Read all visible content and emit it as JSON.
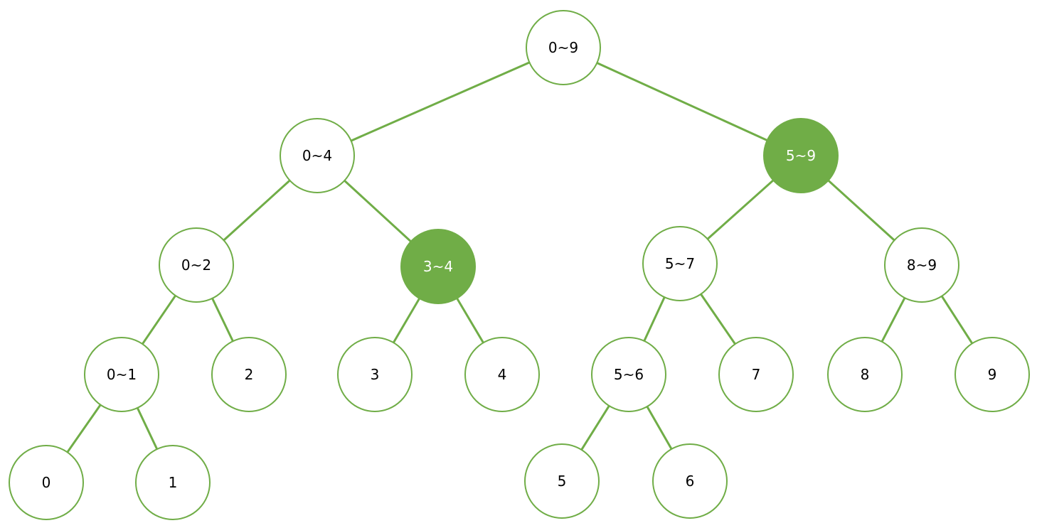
{
  "colors": {
    "accent": "#70AD47",
    "background": "#FFFFFF",
    "text": "#000000",
    "highlight_text": "#FFFFFF"
  },
  "tree": {
    "nodes": [
      {
        "id": "n0-9",
        "label": "0~9",
        "highlighted": false
      },
      {
        "id": "n0-4",
        "label": "0~4",
        "highlighted": false
      },
      {
        "id": "n5-9",
        "label": "5~9",
        "highlighted": true
      },
      {
        "id": "n0-2",
        "label": "0~2",
        "highlighted": false
      },
      {
        "id": "n3-4",
        "label": "3~4",
        "highlighted": true
      },
      {
        "id": "n5-7",
        "label": "5~7",
        "highlighted": false
      },
      {
        "id": "n8-9",
        "label": "8~9",
        "highlighted": false
      },
      {
        "id": "n0-1",
        "label": "0~1",
        "highlighted": false
      },
      {
        "id": "n2",
        "label": "2",
        "highlighted": false
      },
      {
        "id": "n3",
        "label": "3",
        "highlighted": false
      },
      {
        "id": "n4",
        "label": "4",
        "highlighted": false
      },
      {
        "id": "n5-6",
        "label": "5~6",
        "highlighted": false
      },
      {
        "id": "n7",
        "label": "7",
        "highlighted": false
      },
      {
        "id": "n8",
        "label": "8",
        "highlighted": false
      },
      {
        "id": "n9",
        "label": "9",
        "highlighted": false
      },
      {
        "id": "n0",
        "label": "0",
        "highlighted": false
      },
      {
        "id": "n1",
        "label": "1",
        "highlighted": false
      },
      {
        "id": "n5",
        "label": "5",
        "highlighted": false
      },
      {
        "id": "n6",
        "label": "6",
        "highlighted": false
      }
    ],
    "edges": [
      {
        "from": "n0-9",
        "to": "n0-4"
      },
      {
        "from": "n0-9",
        "to": "n5-9"
      },
      {
        "from": "n0-4",
        "to": "n0-2"
      },
      {
        "from": "n0-4",
        "to": "n3-4"
      },
      {
        "from": "n5-9",
        "to": "n5-7"
      },
      {
        "from": "n5-9",
        "to": "n8-9"
      },
      {
        "from": "n0-2",
        "to": "n0-1"
      },
      {
        "from": "n0-2",
        "to": "n2"
      },
      {
        "from": "n3-4",
        "to": "n3"
      },
      {
        "from": "n3-4",
        "to": "n4"
      },
      {
        "from": "n5-7",
        "to": "n5-6"
      },
      {
        "from": "n5-7",
        "to": "n7"
      },
      {
        "from": "n8-9",
        "to": "n8"
      },
      {
        "from": "n8-9",
        "to": "n9"
      },
      {
        "from": "n0-1",
        "to": "n0"
      },
      {
        "from": "n0-1",
        "to": "n1"
      },
      {
        "from": "n5-6",
        "to": "n5"
      },
      {
        "from": "n5-6",
        "to": "n6"
      }
    ]
  }
}
